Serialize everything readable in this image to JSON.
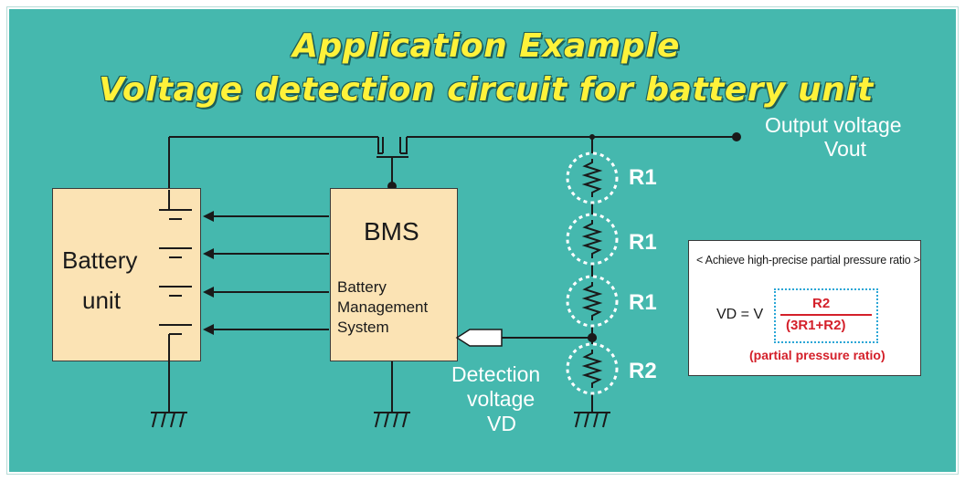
{
  "title": {
    "line1": "Application Example",
    "line2": "Voltage detection circuit for battery unit"
  },
  "battery": {
    "label_line1": "Battery",
    "label_line2": "unit"
  },
  "bms": {
    "title": "BMS",
    "subtitle_line1": "Battery",
    "subtitle_line2": "Management",
    "subtitle_line3": "System"
  },
  "output": {
    "line1": "Output voltage",
    "line2": "Vout"
  },
  "detection": {
    "line1": "Detection",
    "line2": "voltage",
    "line3": "VD"
  },
  "resistors": [
    "R1",
    "R1",
    "R1",
    "R2"
  ],
  "formula": {
    "header": "< Achieve high-precise partial pressure ratio >",
    "lhs": "VD = V",
    "numerator": "R2",
    "denominator": "(3R1+R2)",
    "caption": "(partial pressure ratio)"
  },
  "colors": {
    "background": "#45b8ae",
    "title": "#fff23a",
    "box_fill": "#fbe3b4",
    "formula_red": "#d4202a",
    "dashed_blue": "#2aa6d6"
  }
}
